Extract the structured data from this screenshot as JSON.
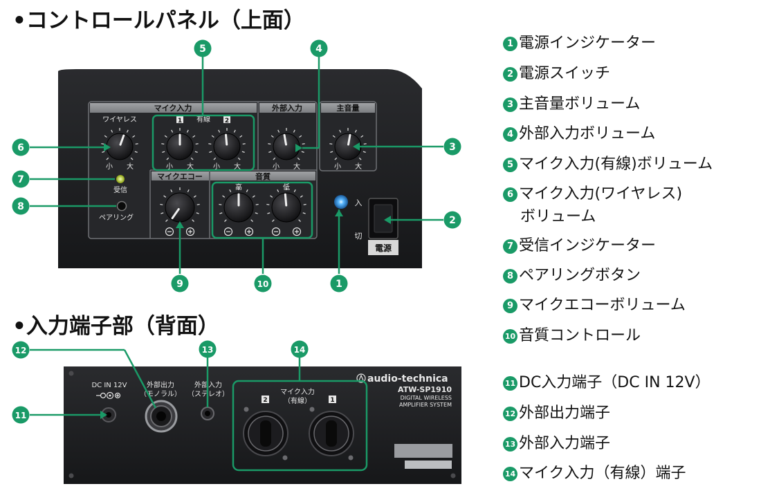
{
  "headings": {
    "control_panel": "•コントロールパネル（上面）",
    "input_section": "•入力端子部（背面）"
  },
  "panel_labels": {
    "mic_input": "マイク入力",
    "ext_input": "外部入力",
    "master_volume": "主音量",
    "wireless": "ワイヤレス",
    "wired": "有線",
    "ch1": "1",
    "ch2": "2",
    "small": "小",
    "large": "大",
    "mic_echo": "マイクエコー",
    "tone": "音質",
    "high": "高",
    "low": "低",
    "receive": "受信",
    "pairing": "ペアリング",
    "on": "入",
    "off": "切",
    "power": "電源"
  },
  "rear_labels": {
    "dc_in": "DC IN 12V",
    "ext_out": "外部出力",
    "ext_out_sub": "（モノラル）",
    "ext_in": "外部入力",
    "ext_in_sub": "（ステレオ）",
    "mic_in": "マイク入力",
    "mic_in_sub": "（有線）",
    "jack2": "2",
    "jack1": "1",
    "brand": "audio-technica",
    "model": "ATW-SP1910",
    "model_sub1": "DIGITAL WIRELESS",
    "model_sub2": "AMPLIFIER SYSTEM"
  },
  "callouts": [
    "1",
    "2",
    "3",
    "4",
    "5",
    "6",
    "7",
    "8",
    "9",
    "10",
    "11",
    "12",
    "13",
    "14"
  ],
  "legend": [
    {
      "num": "1",
      "text": "電源インジケーター"
    },
    {
      "num": "2",
      "text": "電源スイッチ"
    },
    {
      "num": "3",
      "text": "主音量ボリューム"
    },
    {
      "num": "4",
      "text": "外部入力ボリューム"
    },
    {
      "num": "5",
      "text": "マイク入力(有線)ボリューム"
    },
    {
      "num": "6",
      "text": "マイク入力(ワイヤレス)",
      "cont": "ボリューム"
    },
    {
      "num": "7",
      "text": "受信インジケーター"
    },
    {
      "num": "8",
      "text": "ペアリングボタン"
    },
    {
      "num": "9",
      "text": "マイクエコーボリューム"
    },
    {
      "num": "10",
      "text": "音質コントロール"
    },
    {
      "num": "11",
      "text": "DC入力端子（DC IN 12V）"
    },
    {
      "num": "12",
      "text": "外部出力端子"
    },
    {
      "num": "13",
      "text": "外部入力端子"
    },
    {
      "num": "14",
      "text": "マイク入力（有線）端子"
    }
  ],
  "colors": {
    "accent": "#1a9a67",
    "panel": "#1b1c1f",
    "label_bar": "#8a8c8f",
    "led_receive": "#c8e020",
    "led_power": "#3da8ff"
  }
}
